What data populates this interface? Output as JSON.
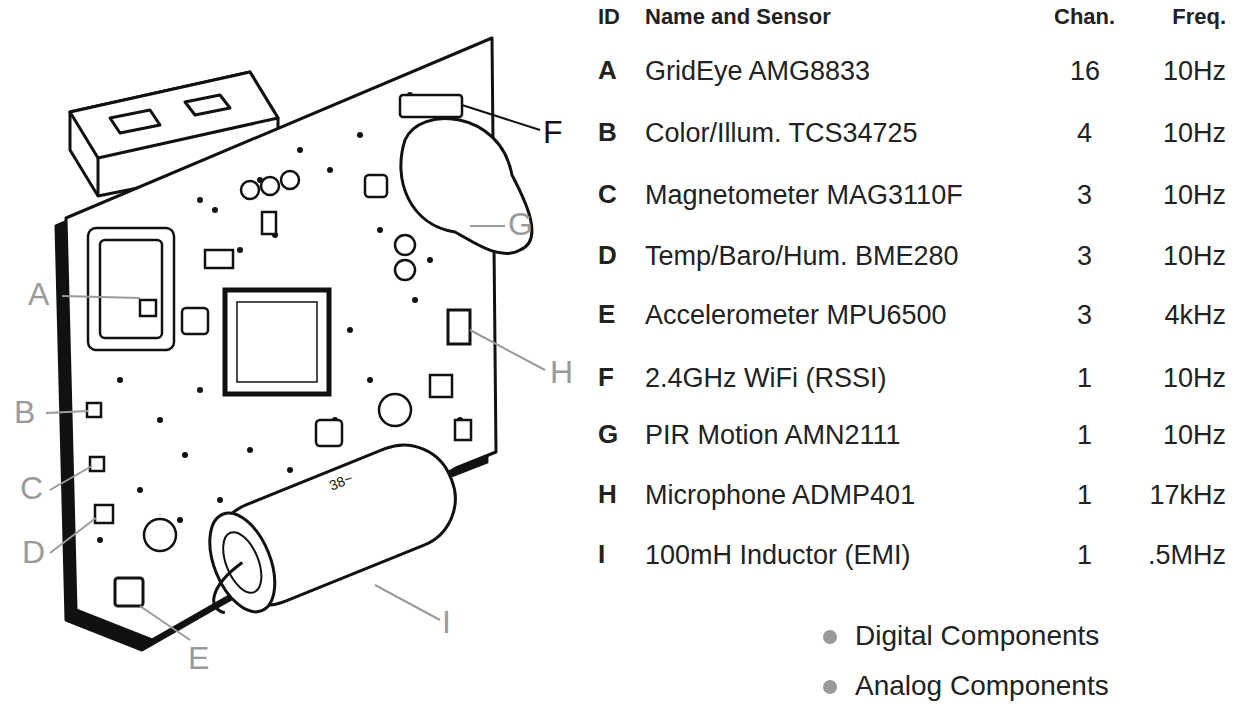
{
  "diagram": {
    "labels": [
      "A",
      "B",
      "C",
      "D",
      "E",
      "F",
      "G",
      "H",
      "I",
      "38~",
      "ID",
      "Name and Sensor",
      "Chan.",
      "Freq.",
      "A",
      "GridEye AMG8833",
      "16",
      "10Hz",
      "B",
      "Color/Illum. TCS34725",
      "4",
      "10Hz",
      "C",
      "Magnetometer MAG3110F",
      "3",
      "10Hz",
      "D",
      "Temp/Baro/Hum. BME280",
      "3",
      "10Hz",
      "E",
      "Accelerometer MPU6500",
      "3",
      "4kHz",
      "F",
      "2.4GHz WiFi (RSSI)",
      "1",
      "10Hz",
      "G",
      "PIR Motion AMN2111",
      "1",
      "10Hz",
      "H",
      "Microphone ADMP401",
      "1",
      "17kHz",
      "I",
      "100mH Inductor (EMI)",
      "1",
      ".5MHz"
    ],
    "legend": [
      {
        "text": "Digital Components",
        "color": "#999999"
      },
      {
        "text": "Analog Components",
        "color": "#999999"
      }
    ]
  }
}
